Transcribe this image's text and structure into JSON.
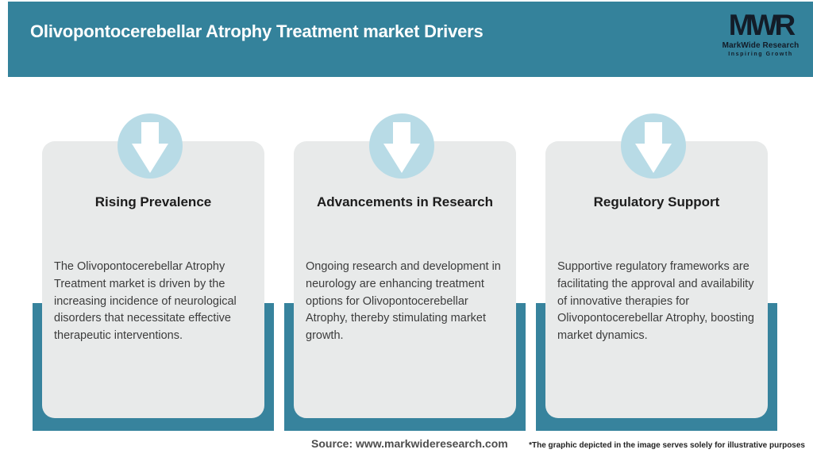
{
  "colors": {
    "header_teal": "#34829b",
    "band_teal": "#37839d",
    "circle_blue": "#b8dbe6",
    "card_gray": "#e8eaea",
    "title_white": "#ffffff",
    "logo_dark": "#131c28"
  },
  "header": {
    "title": "Olivopontocerebellar Atrophy Treatment market Drivers",
    "logo": {
      "acronym": "MWR",
      "name": "MarkWide Research",
      "tagline": "Inspiring Growth"
    }
  },
  "cards": [
    {
      "icon": "down-arrow-icon",
      "title": "Rising Prevalence",
      "description": "The Olivopontocerebellar Atrophy Treatment market is driven by the increasing incidence of neurological disorders that necessitate effective therapeutic interventions."
    },
    {
      "icon": "down-arrow-icon",
      "title": "Advancements in Research",
      "description": "Ongoing research and development in neurology are enhancing treatment options for Olivopontocerebellar Atrophy, thereby stimulating market growth."
    },
    {
      "icon": "down-arrow-icon",
      "title": "Regulatory Support",
      "description": "Supportive regulatory frameworks are facilitating the approval and availability of innovative therapies for Olivopontocerebellar Atrophy, boosting market dynamics."
    }
  ],
  "footer": {
    "source": "Source: www.markwideresearch.com",
    "disclaimer": "*The graphic depicted in the image serves solely for illustrative purposes"
  }
}
